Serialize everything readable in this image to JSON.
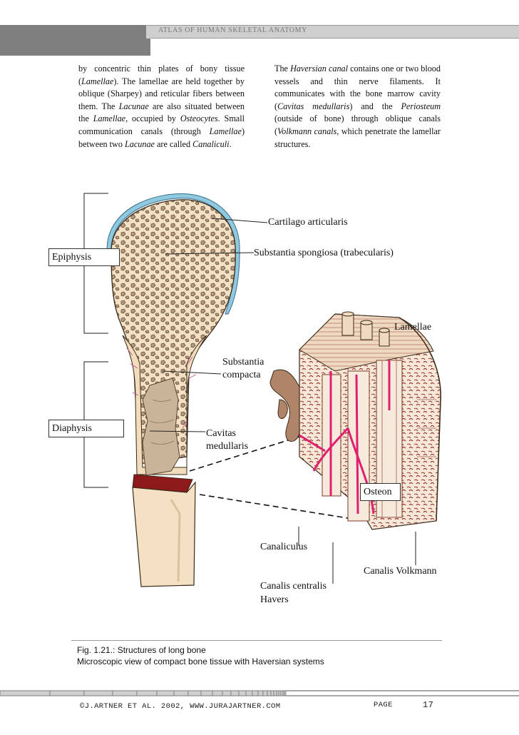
{
  "header": {
    "title": "ATLAS OF HUMAN SKELETAL ANATOMY"
  },
  "text": {
    "left": [
      {
        "t": "by concentric thin plates of bony tissue ("
      },
      {
        "t": "Lamellae",
        "i": true
      },
      {
        "t": "). The lamellae are held together by oblique (Sharpey) and reticular fibers between them. The "
      },
      {
        "t": "Lacunae",
        "i": true
      },
      {
        "t": " are also situated between the "
      },
      {
        "t": "Lamellae",
        "i": true
      },
      {
        "t": ", occupied by "
      },
      {
        "t": "Osteocytes",
        "i": true
      },
      {
        "t": ". Small communication canals (through "
      },
      {
        "t": "Lamellae",
        "i": true
      },
      {
        "t": ") between two "
      },
      {
        "t": "Lacunae",
        "i": true
      },
      {
        "t": " are called "
      },
      {
        "t": "Canaliculi",
        "i": true
      },
      {
        "t": "."
      }
    ],
    "right": [
      {
        "t": "The "
      },
      {
        "t": "Haversian canal",
        "i": true
      },
      {
        "t": " contains one or two blood vessels and thin nerve filaments. It communicates with the bone marrow cavity ("
      },
      {
        "t": "Cavitas medullaris",
        "i": true
      },
      {
        "t": ") and the "
      },
      {
        "t": "Periosteum",
        "i": true
      },
      {
        "t": " (outside of bone) through oblique canals ("
      },
      {
        "t": "Volkmann canals",
        "i": true
      },
      {
        "t": ", which penetrate the lamellar structures."
      }
    ]
  },
  "figure": {
    "labels": {
      "cartilago": "Cartilago articularis",
      "spongiosa": "Substantia spongiosa (trabecularis)",
      "epiphysis": "Epiphysis",
      "lamellae": "Lamellae",
      "compacta_1": "Substantia",
      "compacta_2": "compacta",
      "diaphysis": "Diaphysis",
      "cavitas_1": "Cavitas",
      "cavitas_2": "medullaris",
      "osteon": "Osteon",
      "canaliculus": "Canaliculus",
      "volkmann": "Canalis Volkmann",
      "centralis_1": "Canalis centralis",
      "centralis_2": "Havers"
    }
  },
  "caption": {
    "line1": "Fig. 1.21.: Structures of long bone",
    "line2": "Microscopic view of compact bone tissue with Haversian systems"
  },
  "footer": {
    "copyright": "©J.ARTNER ET AL. 2002, WWW.JURAJARTNER.COM",
    "page_label": "PAGE",
    "page_number": "17"
  },
  "colors": {
    "bone_fill": "#f4e1c4",
    "bone_outline": "#3a2a1a",
    "cartilage": "#8fc9df",
    "marrow": "#c9b49a",
    "vessel": "#e0206e",
    "tissue_dark": "#8c1a1a"
  }
}
